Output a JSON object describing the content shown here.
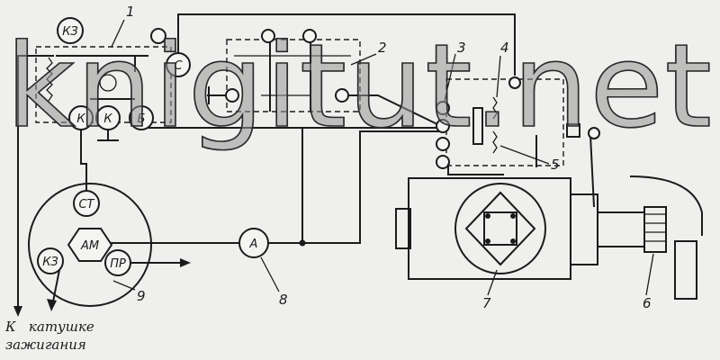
{
  "diagram": {
    "watermark": "knigitut.net",
    "component_numbers": [
      "1",
      "2",
      "3",
      "4",
      "5",
      "6",
      "7",
      "8",
      "9"
    ],
    "relay_terminals": {
      "kz": "КЗ",
      "s": "С",
      "k1": "К",
      "k2": "К",
      "b": "Б"
    },
    "switch_terminals": {
      "st": "СТ",
      "am": "АМ",
      "kz": "КЗ",
      "pr": "ПР"
    },
    "ammeter_label": "А",
    "caption_line1": "К   катушке",
    "caption_line2": "зажигания"
  }
}
